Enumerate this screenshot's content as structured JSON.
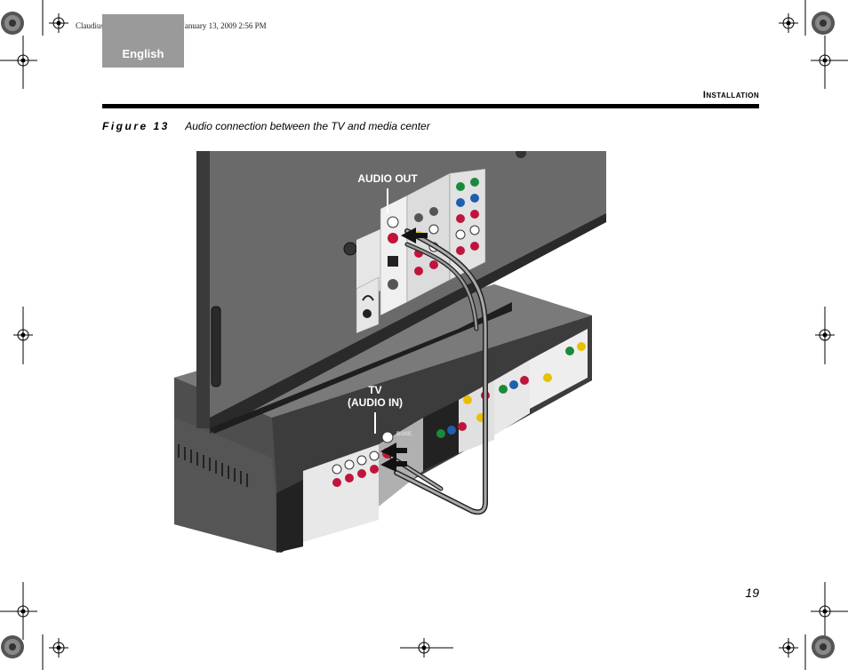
{
  "file_header": "Claudius.book  Page 19  Tuesday, January 13, 2009  2:56 PM",
  "language_tab": "English",
  "section_title": "Installation",
  "figure": {
    "label": "Figure 13",
    "caption": "Audio connection between the TV and media center"
  },
  "callouts": {
    "audio_out": "AUDIO OUT",
    "tv_line1": "TV",
    "tv_line2": "(AUDIO IN)"
  },
  "page_number": "19",
  "colors": {
    "tab_gray": "#9a9a9a",
    "tv_gray": "#6a6a6a",
    "console_gray": "#5a5a5a",
    "jack_red": "#c0143c",
    "jack_green": "#1a8a3a",
    "jack_blue": "#1f5fb0",
    "jack_yellow": "#e8c000"
  },
  "icons": [
    "registration-mark-icon",
    "starburst-mark-icon",
    "headphone-icon",
    "bose-logo"
  ]
}
